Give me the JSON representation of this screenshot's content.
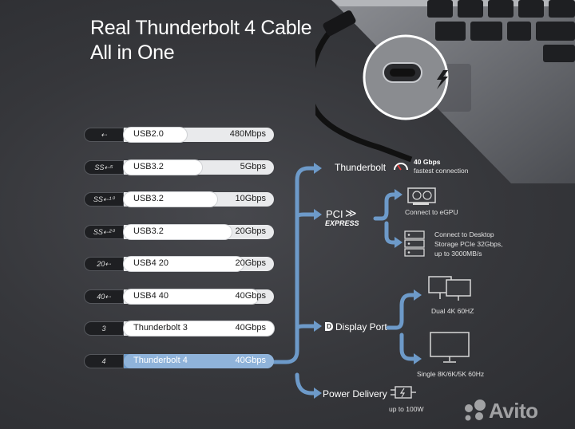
{
  "title": {
    "line1": "Real Thunderbolt 4 Cable",
    "line2": "All in One"
  },
  "rows": [
    {
      "icon": "usb-icon",
      "icon_text": "⇠",
      "name": "USB2.0",
      "speed": "480Mbps",
      "fill": 0.42
    },
    {
      "icon": "ss5-icon",
      "icon_text": "SS⇠⁵",
      "name": "USB3.2",
      "speed": "5Gbps",
      "fill": 0.52
    },
    {
      "icon": "ss10-icon",
      "icon_text": "SS⇠¹⁰",
      "name": "USB3.2",
      "speed": "10Gbps",
      "fill": 0.62
    },
    {
      "icon": "ss20-icon",
      "icon_text": "SS⇠²⁰",
      "name": "USB3.2",
      "speed": "20Gbps",
      "fill": 0.72
    },
    {
      "icon": "usb4-20-icon",
      "icon_text": "20⇠",
      "name": "USB4  20",
      "speed": "20Gbps",
      "fill": 0.8
    },
    {
      "icon": "usb4-40-icon",
      "icon_text": "40⇠",
      "name": "USB4  40",
      "speed": "40Gbps",
      "fill": 0.9
    },
    {
      "icon": "thunderbolt3-icon",
      "icon_text": "3",
      "name": "Thunderbolt 3",
      "speed": "40Gbps",
      "fill": 1.0
    },
    {
      "icon": "thunderbolt4-icon",
      "icon_text": "4",
      "name": "Thunderbolt 4",
      "speed": "40Gbps",
      "fill": 1.0,
      "highlight": true
    }
  ],
  "branches": {
    "thunderbolt": "Thunderbolt",
    "speed_value": "40 Gbps",
    "speed_sub": "fastest connection",
    "pci": "PCI",
    "express": "EXPRESS",
    "egpu": "Connect to eGPU",
    "storage_l1": "Connect to Desktop",
    "storage_l2": "Storage PCIe 32Gbps,",
    "storage_l3": "up to 3000MB/s",
    "displayport": "Display Port",
    "dual": "Dual 4K 60HZ",
    "single": "Single 8K/6K/5K 60Hz",
    "power": "Power Delivery",
    "power_sub": "up to 100W"
  },
  "watermark": "Avito",
  "colors": {
    "accent": "#6d9ac9",
    "background": "#3a3b3f"
  }
}
